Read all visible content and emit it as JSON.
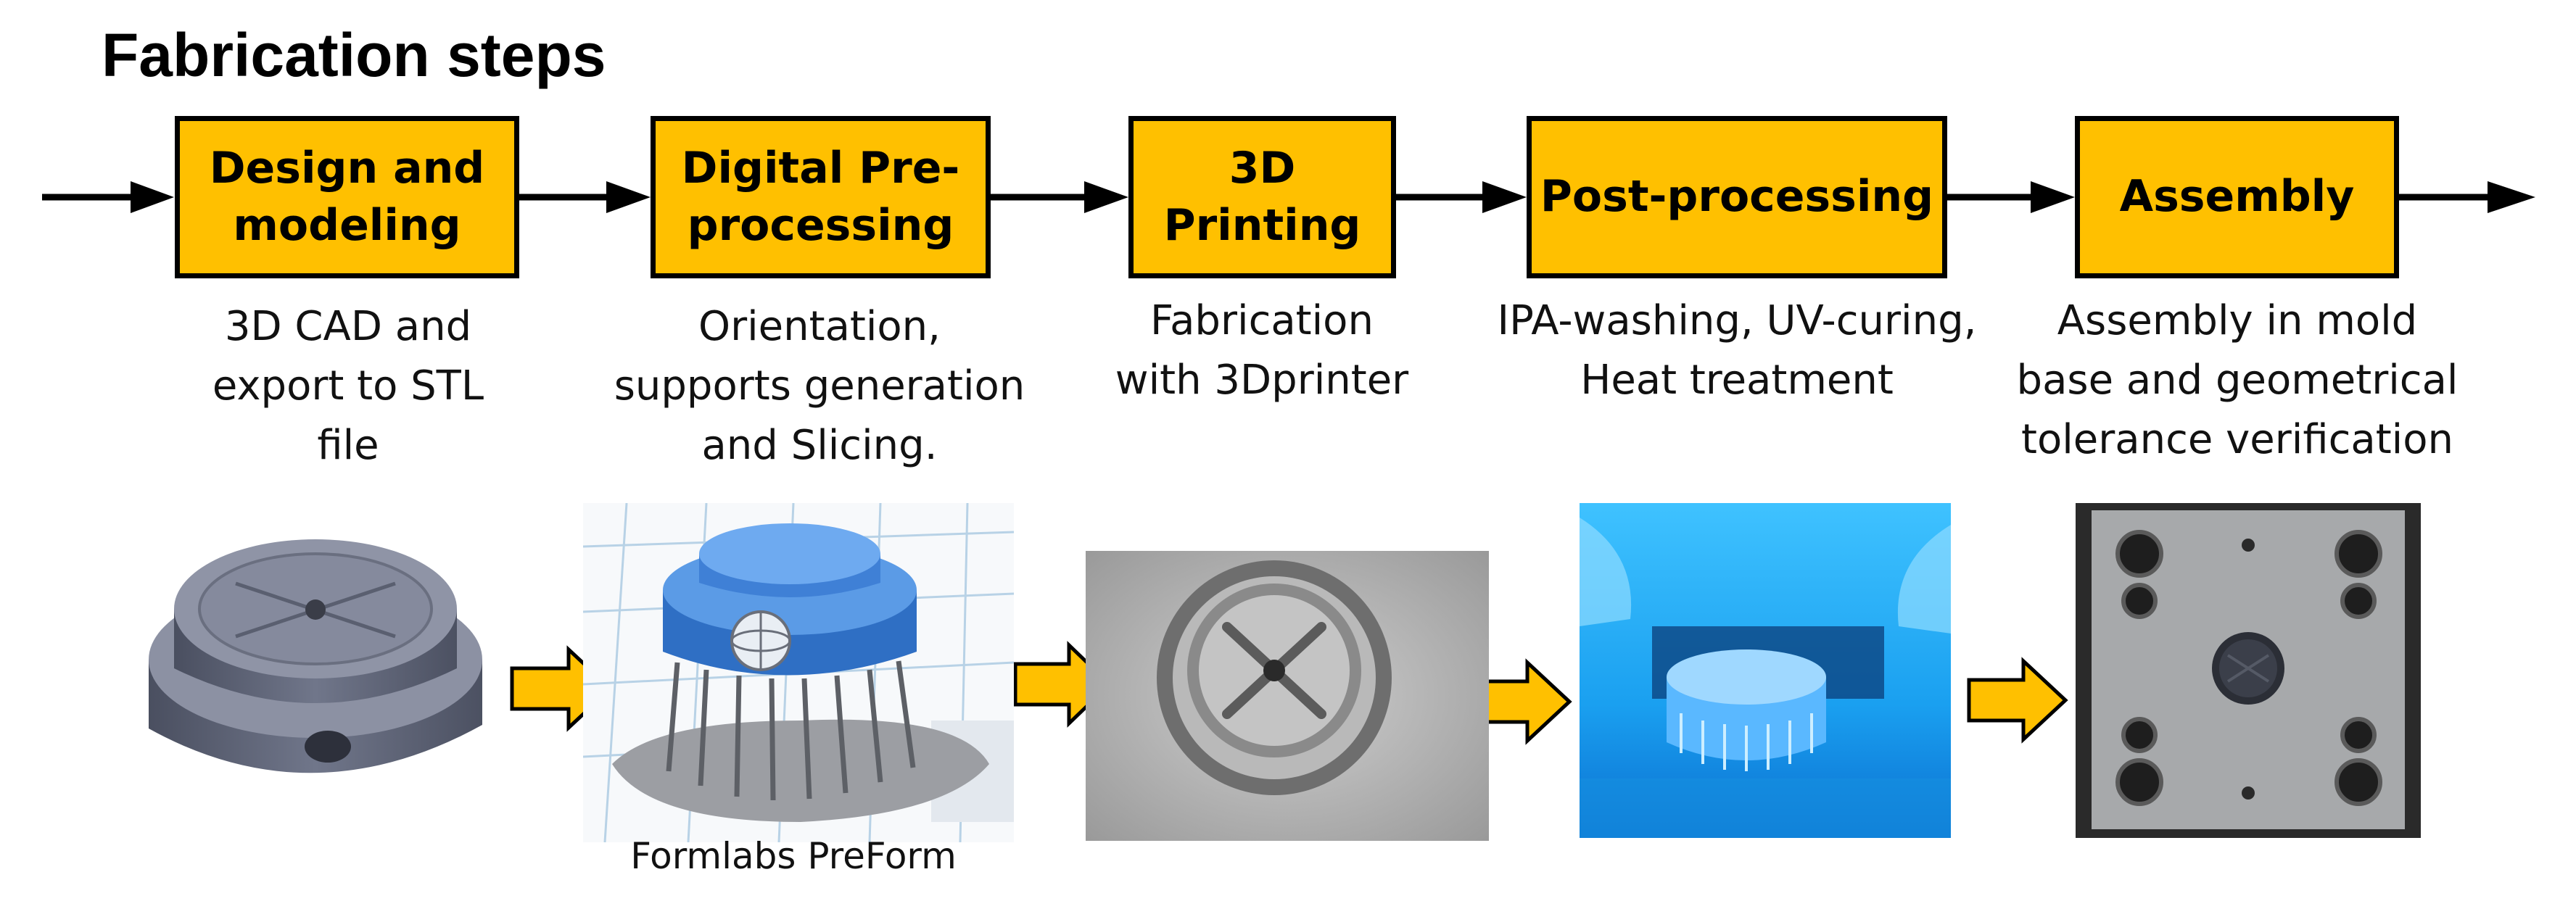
{
  "title": "Fabrication steps",
  "steps": [
    {
      "label": "Design and\nmodeling",
      "description": "3D CAD and\nexport to STL\nfile"
    },
    {
      "label": "Digital Pre-\nprocessing",
      "description": "Orientation,\nsupports generation\nand Slicing."
    },
    {
      "label": "3D\nPrinting",
      "description": "Fabrication\nwith 3Dprinter"
    },
    {
      "label": "Post-processing",
      "description": "IPA-washing, UV-curing,\nHeat treatment"
    },
    {
      "label": "Assembly",
      "description": "Assembly in mold\nbase and geometrical\ntolerance verification"
    }
  ],
  "images": [
    {
      "icon": "cad-model-render"
    },
    {
      "icon": "preform-slicing-screenshot",
      "caption": "Formlabs PreForm"
    },
    {
      "icon": "printed-part-photo"
    },
    {
      "icon": "uv-curing-photo"
    },
    {
      "icon": "mold-base-assembly-photo"
    }
  ],
  "colors": {
    "box_fill": "#ffc000",
    "arrow_fill": "#ffc000",
    "line": "#000000",
    "cad_gray": "#6f7487",
    "preform_blue": "#3a7fd6",
    "uv_blue": "#1fb3f5",
    "steel": "#a9abad"
  }
}
